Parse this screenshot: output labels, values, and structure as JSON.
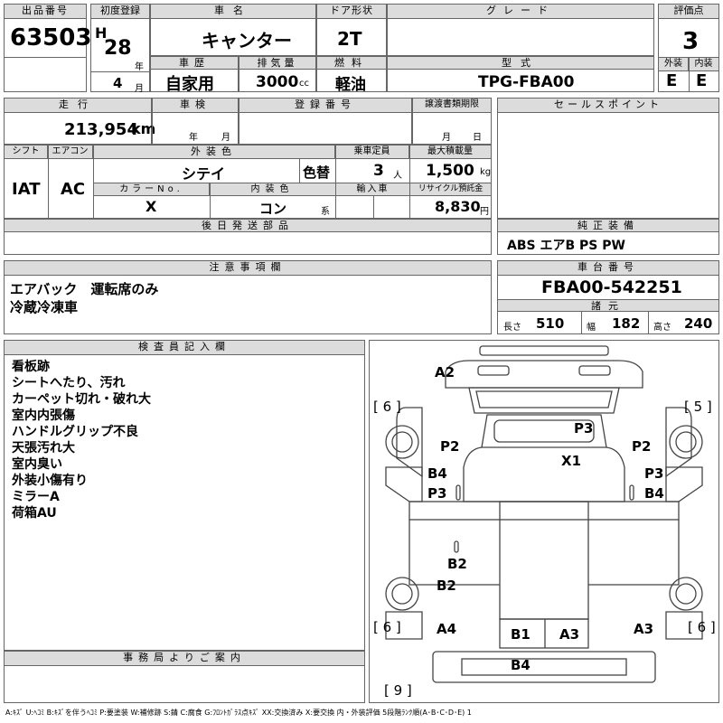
{
  "headers": {
    "lot_no": "出品番号",
    "first_reg": "初度登録",
    "car_name": "車名",
    "door_type": "ドア形状",
    "grade": "グレード",
    "score": "評価点",
    "history": "車歴",
    "displacement": "排気量",
    "fuel": "燃料",
    "model_code": "型式",
    "exterior": "外装",
    "interior": "内装",
    "mileage": "走行",
    "inspection": "車検",
    "reg_no": "登録番号",
    "transfer_deadline": "譲渡書類期限",
    "sales_point": "セールスポイント",
    "shift": "シフト",
    "aircon": "エアコン",
    "ext_color": "外装色",
    "capacity": "乗車定員",
    "max_load": "最大積載量",
    "color_no": "カラーNo.",
    "int_color": "内装色",
    "import": "輸入車",
    "recycle": "リサイクル預託金",
    "later_parts": "後日発送部品",
    "genuine_equip": "純正装備",
    "caution": "注意事項欄",
    "chassis_no": "車台番号",
    "specs": "諸元",
    "inspector_notes": "検査員記入欄",
    "office_notes": "事務局よりご案内"
  },
  "vehicle": {
    "lot_no": "63503",
    "era": "H",
    "year": "28",
    "year_unit": "年",
    "month": "4",
    "month_unit": "月",
    "car_name": "キャンター",
    "door_type": "2T",
    "grade": "",
    "score": "3",
    "history": "自家用",
    "displacement": "3000",
    "displacement_unit": "cc",
    "fuel": "軽油",
    "model_code": "TPG-FBA00",
    "exterior_grade": "E",
    "interior_grade": "E",
    "mileage": "213,954",
    "mileage_unit": "km",
    "inspection_year_unit": "年",
    "inspection_month_unit": "月",
    "transfer_month_unit": "月",
    "transfer_day_unit": "日",
    "shift": "IAT",
    "aircon": "AC",
    "ext_color": "シテイ",
    "color_change": "色替",
    "capacity": "3",
    "capacity_unit": "人",
    "max_load": "1,500",
    "max_load_unit": "kg",
    "color_no": "X",
    "int_color": "コン",
    "int_color_suffix": "系",
    "recycle_fee": "8,830",
    "recycle_unit": "円",
    "genuine_equip": "ABS エアB PS PW",
    "caution_line1": "エアバック　運転席のみ",
    "caution_line2": "冷蔵冷凍車",
    "chassis_no": "FBA00-542251",
    "length_label": "長さ",
    "length": "510",
    "width_label": "幅",
    "width": "182",
    "height_label": "高さ",
    "height": "240"
  },
  "inspector_notes": [
    "看板跡",
    "シートへたり、汚れ",
    "カーペット切れ・破れ大",
    "室内内張傷",
    "ハンドルグリップ不良",
    "天張汚れ大",
    "室内臭い",
    "外装小傷有り",
    "ミラーA",
    "荷箱AU"
  ],
  "diagram_marks": {
    "a2": "A2",
    "p3_top": "P3",
    "x1": "X1",
    "p2_left": "P2",
    "p2_right": "P2",
    "b4_left": "B4",
    "p3_left": "P3",
    "p3_right": "P3",
    "b4_right": "B4",
    "b2_mid": "B2",
    "b2_left": "B2",
    "a4": "A4",
    "a3_right": "A3",
    "b1": "B1",
    "a3_bottom": "A3",
    "b4_bottom": "B4",
    "six_left_top": "[ 6 ]",
    "five_right_top": "[ 5 ]",
    "six_left_bottom": "[ 6 ]",
    "six_right_bottom": "[ 6 ]",
    "nine_bottom": "[ 9 ]"
  },
  "legend": "A:ｷｽﾞ U:ﾍｺﾐ B:ｷｽﾞを伴うﾍｺﾐ P:要塗装 W:補修跡 S:錆 C:腐食 G:ﾌﾛﾝﾄｶﾞﾗｽ点ｷｽﾞ XX:交換済み X:要交換 内・外装評価 5段階ﾗﾝｸ順(A･B･C･D･E) 1"
}
